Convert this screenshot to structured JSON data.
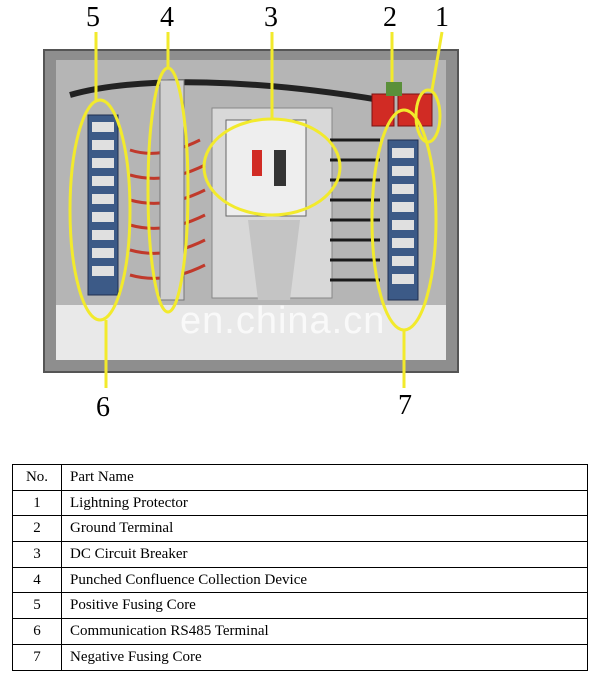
{
  "figure": {
    "callouts": [
      "1",
      "2",
      "3",
      "4",
      "5",
      "6",
      "7"
    ],
    "watermark": "en.china.cn",
    "colors": {
      "highlight_ellipse": "#f2ea2c",
      "panel_gray": "#9a9a9a",
      "breaker_red": "#d12b24",
      "busbar_blue": "#2f4f7f"
    }
  },
  "table": {
    "headers": {
      "no": "No.",
      "name": "Part Name"
    },
    "rows": [
      {
        "no": "1",
        "name": "Lightning Protector"
      },
      {
        "no": "2",
        "name": "Ground Terminal"
      },
      {
        "no": "3",
        "name": "DC Circuit Breaker"
      },
      {
        "no": "4",
        "name": "Punched Confluence Collection Device"
      },
      {
        "no": "5",
        "name": "Positive Fusing Core"
      },
      {
        "no": "6",
        "name": "Communication RS485 Terminal"
      },
      {
        "no": "7",
        "name": "Negative Fusing Core"
      }
    ]
  }
}
